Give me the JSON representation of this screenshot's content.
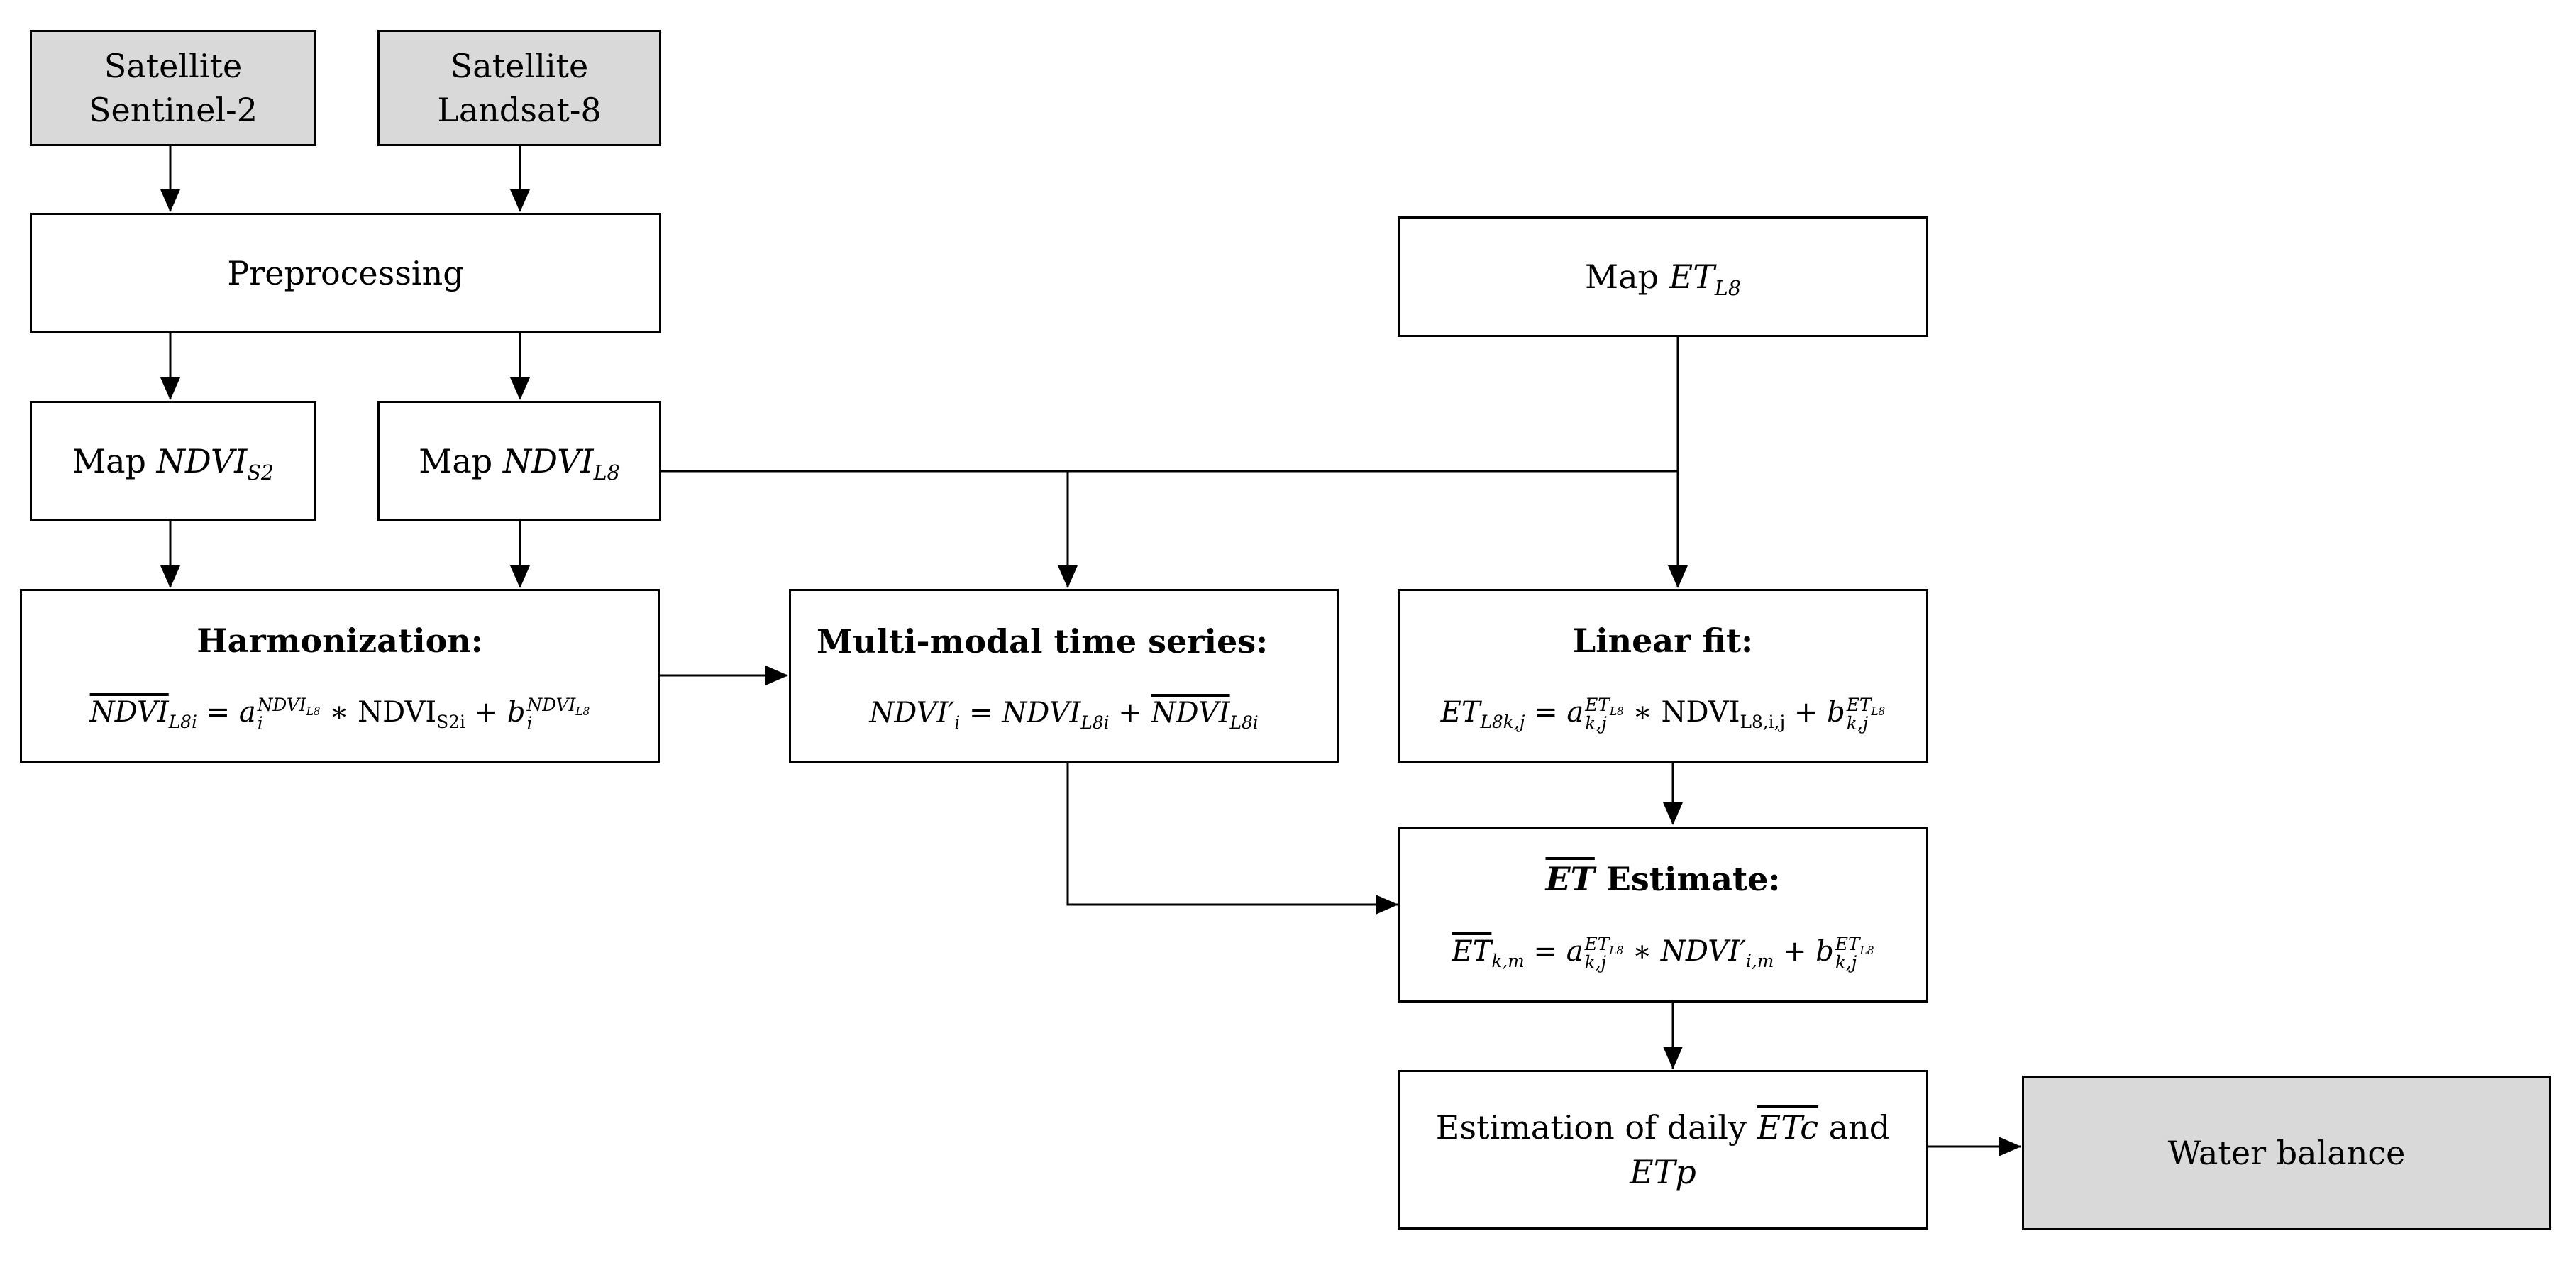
{
  "nodes": {
    "sentinel": {
      "line1": "Satellite",
      "line2": "Sentinel-2"
    },
    "landsat": {
      "line1": "Satellite",
      "line2": "Landsat-8"
    },
    "preprocessing": {
      "label": "Preprocessing"
    },
    "map_et": {
      "prefix": "Map",
      "var": "ET",
      "sub": "L8"
    },
    "map_ndvi_s2": {
      "prefix": "Map",
      "var": "NDVI",
      "sub": "S2"
    },
    "map_ndvi_l8": {
      "prefix": "Map",
      "var": "NDVI",
      "sub": "L8"
    },
    "harmonization": {
      "title": "Harmonization:",
      "lhs": "NDVI",
      "lhs_sub": "L8i",
      "eq": "=",
      "a": "a",
      "a_sub": "i",
      "a_sup": "NDVI",
      "a_sup_sub": "L8",
      "mul": "∗",
      "ndvi": "NDVI",
      "ndvi_sub": "S2i",
      "plus": "+",
      "b": "b",
      "b_sub": "i",
      "b_sup": "NDVI",
      "b_sup_sub": "L8"
    },
    "multimodal": {
      "title": "Multi-modal time series:",
      "lhs": "NDVI′",
      "lhs_sub": "i",
      "eq": "=",
      "t1": "NDVI",
      "t1_sub": "L8i",
      "plus": "+",
      "t2": "NDVI",
      "t2_sub": "L8i"
    },
    "linear_fit": {
      "title": "Linear fit:",
      "lhs": "ET",
      "lhs_sub": "L8k,j",
      "eq": "=",
      "a": "a",
      "a_sub": "k,j",
      "a_sup": "ET",
      "a_sup_sub": "L8",
      "mul": "∗",
      "ndvi": "NDVI",
      "ndvi_sub": "L8,i,j",
      "plus": "+",
      "b": "b",
      "b_sub": "k,j",
      "b_sup": "ET",
      "b_sup_sub": "L8"
    },
    "et_estimate": {
      "title_var": "ET",
      "title_rest": " Estimate:",
      "lhs": "ET",
      "lhs_sub": "k,m",
      "eq": "=",
      "a": "a",
      "a_sub": "k,j",
      "a_sup": "ET",
      "a_sup_sub": "L8",
      "mul": "∗",
      "ndvi": "NDVI′",
      "ndvi_sub": "i,m",
      "plus": "+",
      "b": "b",
      "b_sub": "k,j",
      "b_sup": "ET",
      "b_sup_sub": "L8"
    },
    "daily": {
      "text1": "Estimation of daily ",
      "var1": "ETc",
      "text2": " and",
      "var2": "ETp"
    },
    "water_balance": {
      "label": "Water balance"
    }
  },
  "colors": {
    "line": "#000000",
    "grey_fill": "#d9d9d9",
    "box_fill": "#ffffff"
  }
}
